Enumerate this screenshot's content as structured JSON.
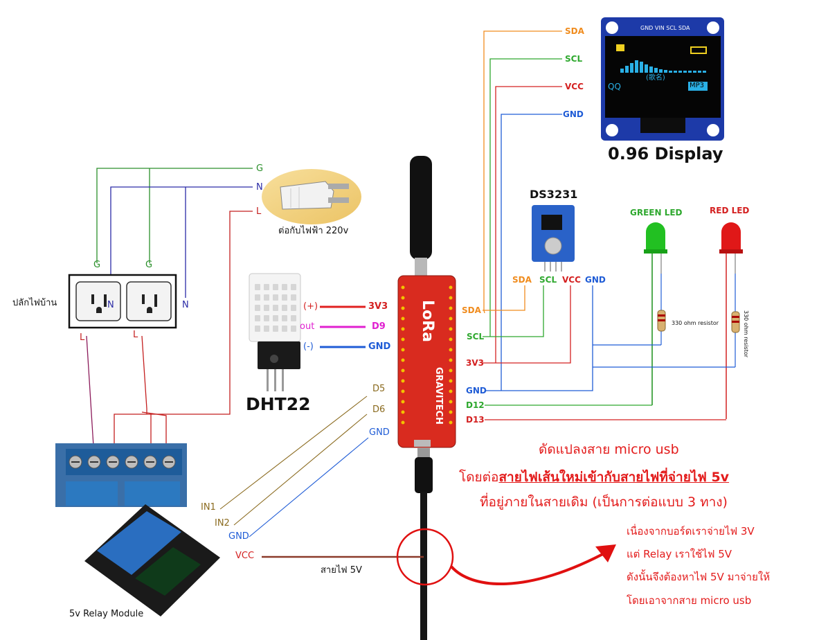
{
  "colors": {
    "ground": "#2a8f2a",
    "neutral": "#2a2aa6",
    "live": "#c41e1e",
    "sda": "#f08c1e",
    "scl": "#2ea82e",
    "vcc": "#d42020",
    "gnd": "#1f5cd6",
    "data": "#e020d0",
    "relay_in": "#8a6a1e",
    "board": "#d92b1f",
    "oled_text": "#2ab0e6",
    "oled_yellow": "#f0d020"
  },
  "icons": [
    "plug-icon",
    "wall-outlet-icon",
    "dht22-sensor-icon",
    "lora-board-icon",
    "antenna-icon",
    "usb-plug-icon",
    "oled-display-icon",
    "rtc-module-icon",
    "led-icon",
    "resistor-icon",
    "relay-module-icon",
    "terminal-block-icon",
    "curved-arrow-icon"
  ],
  "power": {
    "g": "G",
    "n": "N",
    "l": "L",
    "plug_caption": "ต่อกับไฟฟ้า 220v",
    "outlet_caption": "ปลักไฟบ้าน",
    "outlet_g1": "G",
    "outlet_g2": "G",
    "outlet_n1": "N",
    "outlet_n2": "N",
    "outlet_l1": "L",
    "outlet_l2": "L"
  },
  "dht22": {
    "name": "DHT22",
    "plus": "(+)",
    "out": "out",
    "minus": "(-)",
    "pin_3v3": "3V3",
    "pin_d9": "D9",
    "pin_gnd": "GND"
  },
  "oled": {
    "name": "0.96 Display",
    "header_pins": "GND VIN SCL SDA",
    "sda": "SDA",
    "scl": "SCL",
    "vcc": "VCC",
    "gnd": "GND",
    "screen_left": "QQ",
    "screen_mid": "(歌名)",
    "screen_right": "MP3"
  },
  "rtc": {
    "name": "DS3231",
    "sda": "SDA",
    "scl": "SCL",
    "vcc": "VCC",
    "gnd": "GND"
  },
  "leds": {
    "green_label": "GREEN LED",
    "red_label": "RED LED",
    "green_resistor": "330 ohm resistor",
    "red_resistor": "330 ohm resistor"
  },
  "board": {
    "brand_top": "LoRa",
    "brand_bottom": "GRAVITECH",
    "pin_sda": "SDA",
    "pin_scl": "SCL",
    "pin_3v3": "3V3",
    "pin_gnd": "GND",
    "pin_d12": "D12",
    "pin_d13": "D13",
    "pin_d5": "D5",
    "pin_d6": "D6",
    "pin_gnd2": "GND"
  },
  "relay": {
    "name": "5v Relay Module",
    "in1": "IN1",
    "in2": "IN2",
    "gnd": "GND",
    "vcc": "VCC",
    "wire_caption": "สายไฟ 5V"
  },
  "notes": {
    "line1": "ดัดแปลงสาย micro usb",
    "line2_a": "โดยต่อ",
    "line2_b": "สายไฟเส้นใหม่เข้ากับ",
    "line2_c": "สายไฟที่จ่ายไฟ 5v",
    "line3": "ที่อยู่ภายในสายเดิม (เป็นการต่อแบบ 3 ทาง)",
    "reason1": "เนื่องจากบอร์ดเราจ่ายไฟ 3V",
    "reason2": "แต่ Relay เราใช้ไฟ 5V",
    "reason3": "ดังนั้นจึงต้องหาไฟ 5V มาจ่ายให้",
    "reason4": "โดยเอาจากสาย micro usb"
  }
}
